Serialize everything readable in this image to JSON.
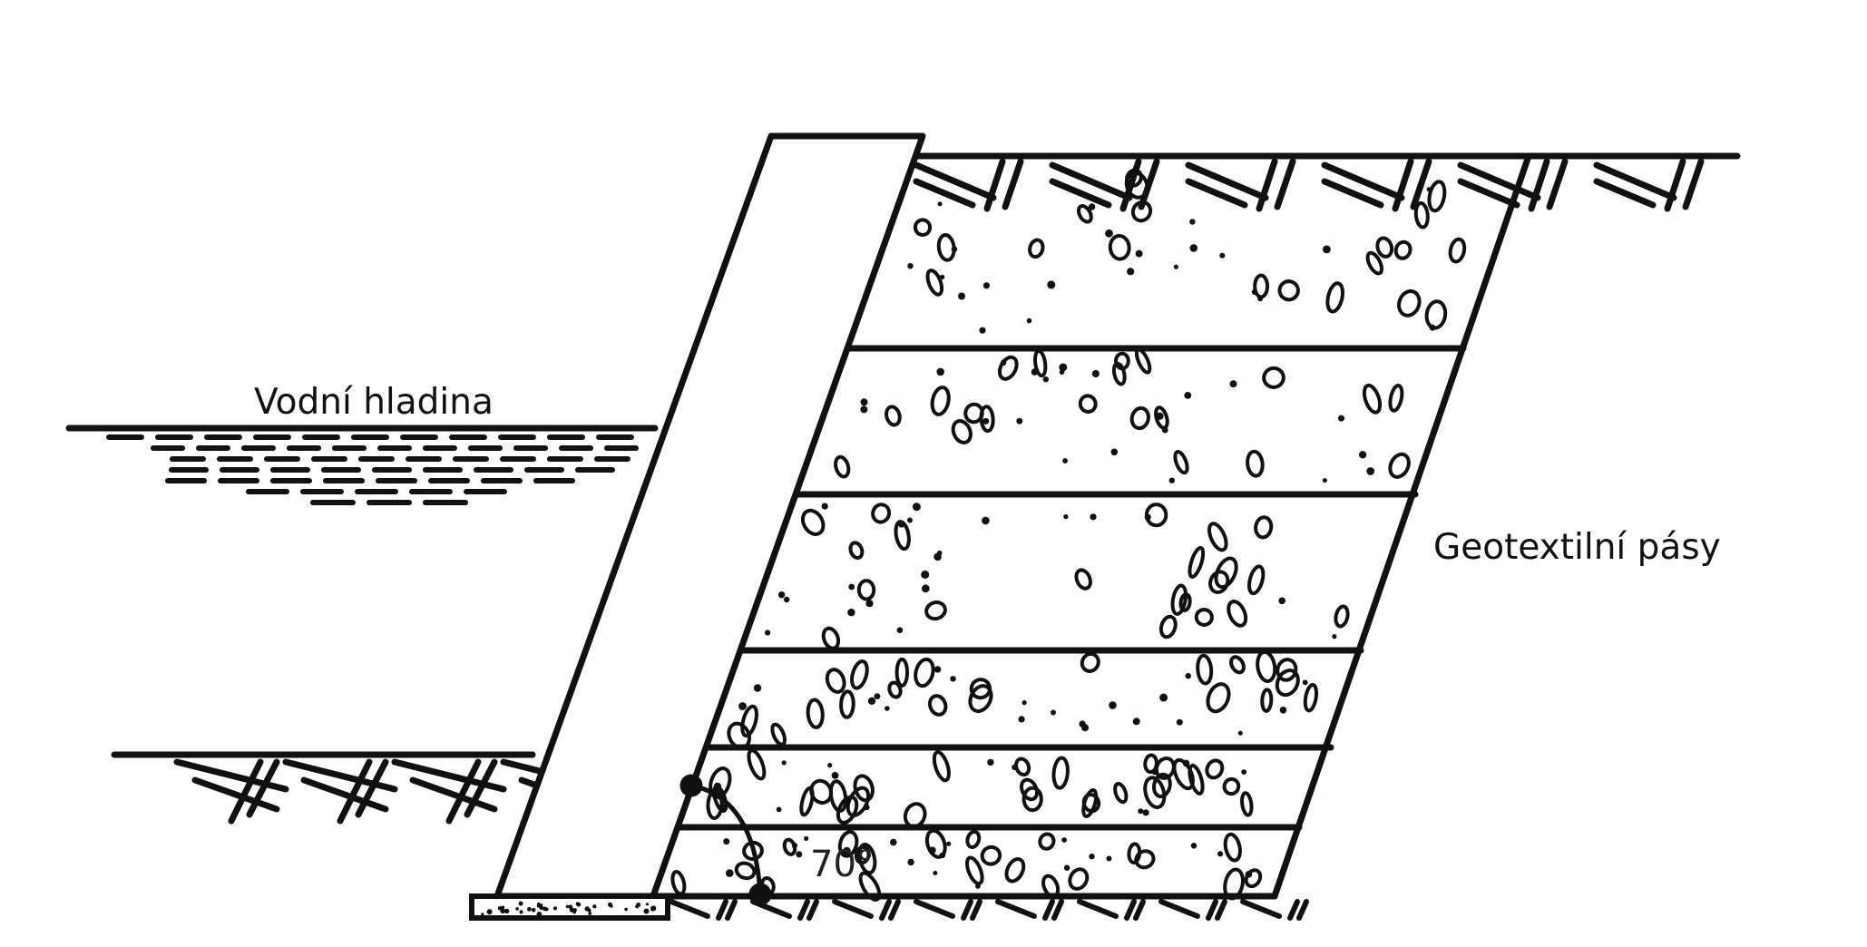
{
  "labels": {
    "water_level": "Vodní hladina",
    "geotextile_strips": "Geotextilní pásy",
    "angle": "70°"
  },
  "colors": {
    "ink": "#111111",
    "background": "#ffffff"
  }
}
